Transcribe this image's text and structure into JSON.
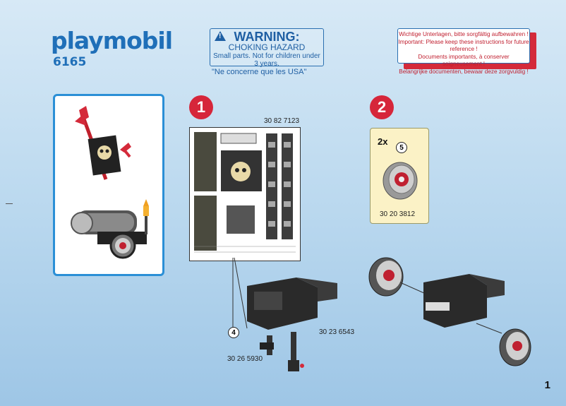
{
  "header": {
    "brand": "playmobil",
    "model_number": "6165"
  },
  "warning": {
    "title": "WARNING:",
    "subtitle": "CHOKING HAZARD",
    "detail": "Small parts. Not for children under 3 years.",
    "usa_note": "\"Ne concerne que les USA\""
  },
  "keep_note": {
    "lines": [
      "Wichtige Unterlagen, bitte sorgfältig aufbewahren !",
      "Important: Please keep these instructions for future reference !",
      "Documents importants, à conserver soigneusement !",
      "Belangrijke documenten, bewaar deze zorgvuldig !"
    ]
  },
  "step1": {
    "number": "1",
    "sheet_code": "30 82 7123",
    "callout": "4",
    "part_codes": [
      "30 23 6543",
      "30 26 5930"
    ]
  },
  "step2": {
    "number": "2",
    "quantity": "2x",
    "callout": "5",
    "part_code": "30 20 3812"
  },
  "page_number": "1",
  "colors": {
    "accent_blue": "#1f6fb8",
    "step_red": "#d6263a",
    "background": "#c2ddf0"
  }
}
